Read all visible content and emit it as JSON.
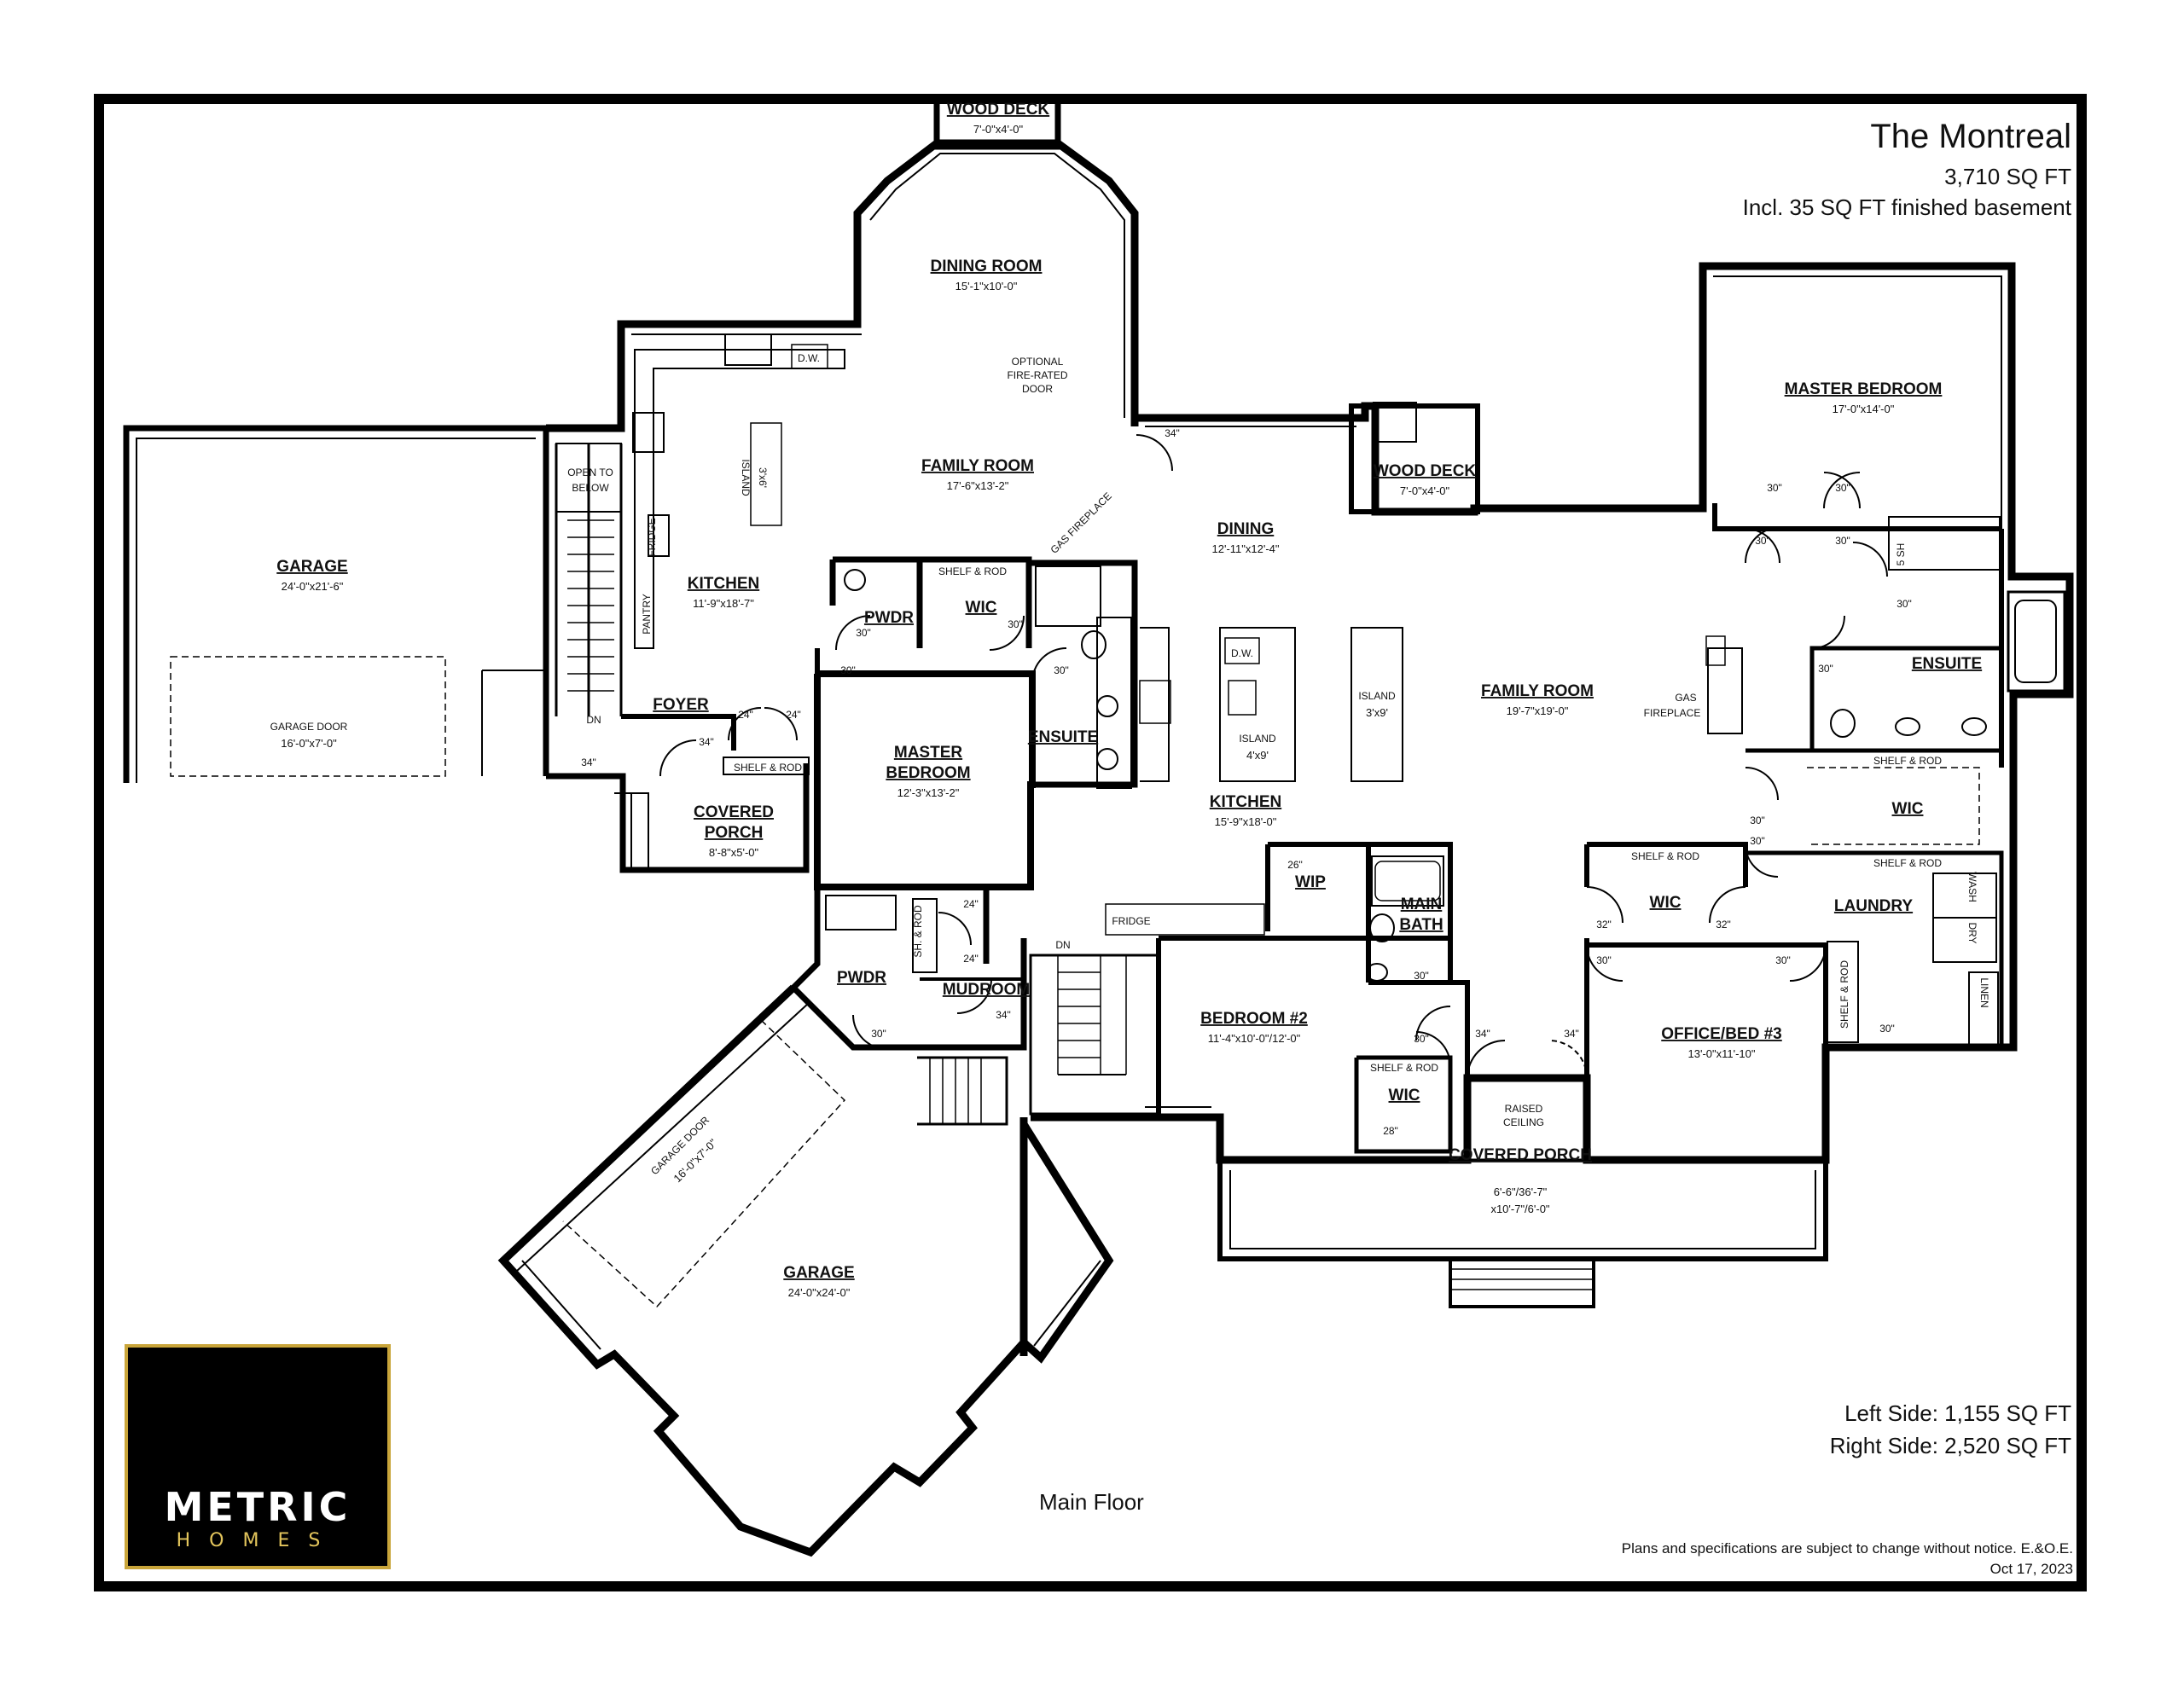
{
  "header": {
    "title": "The Montreal",
    "total_sqft": "3,710 SQ FT",
    "basement_note": "Incl. 35 SQ FT finished basement"
  },
  "footer": {
    "left_side": "Left Side: 1,155 SQ FT",
    "right_side": "Right Side: 2,520 SQ FT",
    "disclaimer": "Plans and specifications are subject to change without notice. E.&O.E.",
    "date": "Oct 17, 2023",
    "floor_label": "Main Floor"
  },
  "logo": {
    "word": "METRIC",
    "sub": "HOMES",
    "gold": "#c9a53a",
    "background": "#000000"
  },
  "rooms": {
    "wood_deck_top": {
      "name": "WOOD DECK",
      "dim": "7'-0\"x4'-0\""
    },
    "dining_room": {
      "name": "DINING ROOM",
      "dim": "15'-1\"x10'-0\""
    },
    "family_room_left": {
      "name": "FAMILY ROOM",
      "dim": "17'-6\"x13'-2\""
    },
    "kitchen_left": {
      "name": "KITCHEN",
      "dim": "11'-9\"x18'-7\""
    },
    "garage_left": {
      "name": "GARAGE",
      "dim": "24'-0\"x21'-6\""
    },
    "garage_door_left": {
      "name": "GARAGE DOOR",
      "dim": "16'-0\"x7'-0\""
    },
    "foyer": {
      "name": "FOYER"
    },
    "covered_porch_left": {
      "name": "COVERED PORCH",
      "name1": "COVERED",
      "name2": "PORCH",
      "dim": "8'-8\"x5'-0\""
    },
    "pwdr_upper": {
      "name": "PWDR"
    },
    "wic_left": {
      "name": "WIC"
    },
    "master_bedroom_left": {
      "name": "MASTER BEDROOM",
      "name1": "MASTER",
      "name2": "BEDROOM",
      "dim": "12'-3\"x13'-2\""
    },
    "ensuite_left": {
      "name": "ENSUITE"
    },
    "pwdr_lower": {
      "name": "PWDR"
    },
    "mudroom": {
      "name": "MUDROOM"
    },
    "garage_right": {
      "name": "GARAGE",
      "dim": "24'-0\"x24'-0\""
    },
    "garage_door_right": {
      "name": "GARAGE DOOR",
      "dim": "16'-0\"x7'-0\""
    },
    "dining_right": {
      "name": "DINING",
      "dim": "12'-11\"x12'-4\""
    },
    "kitchen_right": {
      "name": "KITCHEN",
      "dim": "15'-9\"x18'-0\""
    },
    "wood_deck_mid": {
      "name": "WOOD DECK",
      "dim": "7'-0\"x4'-0\""
    },
    "family_room_right": {
      "name": "FAMILY ROOM",
      "dim": "19'-7\"x19'-0\""
    },
    "master_bedroom_right": {
      "name": "MASTER BEDROOM",
      "dim": "17'-0\"x14'-0\""
    },
    "ensuite_right": {
      "name": "ENSUITE"
    },
    "wic_master": {
      "name": "WIC"
    },
    "laundry": {
      "name": "LAUNDRY"
    },
    "wic_mid": {
      "name": "WIC"
    },
    "office_bed3": {
      "name": "OFFICE/BED #3",
      "dim": "13'-0\"x11'-10\""
    },
    "bedroom2": {
      "name": "BEDROOM #2",
      "dim": "11'-4\"x10'-0\"/12'-0\""
    },
    "wip": {
      "name": "WIP"
    },
    "main_bath": {
      "name": "MAIN BATH",
      "name1": "MAIN",
      "name2": "BATH"
    },
    "wic_bed2": {
      "name": "WIC"
    },
    "covered_porch_right": {
      "name": "COVERED PORCH",
      "dim1": "6'-6\"/36'-7\"",
      "dim2": "x10'-7\"/6'-0\""
    }
  },
  "annotations": {
    "optional_door_1": "OPTIONAL",
    "optional_door_2": "FIRE-RATED",
    "optional_door_3": "DOOR",
    "open_to_below_1": "OPEN TO",
    "open_to_below_2": "BELOW",
    "gas_fireplace_diag": "GAS FIREPLACE",
    "gas_fireplace_1": "GAS",
    "gas_fireplace_2": "FIREPLACE",
    "raised_ceiling_1": "RAISED",
    "raised_ceiling_2": "CEILING",
    "island_left": "ISLAND",
    "island_left_dim": "3'x6'",
    "island_mid": "ISLAND",
    "island_mid_dim": "4'x9'",
    "island_right": "ISLAND",
    "island_right_dim": "3'x9'",
    "pantry": "PANTRY",
    "fridge": "FRIDGE",
    "dw": "D.W.",
    "dn": "DN",
    "shelf_rod": "SHELF & ROD",
    "sh_rod": "SH. & ROD",
    "five_sh": "5 SH",
    "wash": "WASH",
    "dry": "DRY",
    "linen": "LINEN",
    "door_34": "34\"",
    "door_30": "30\"",
    "door_32": "32\"",
    "door_28": "28\"",
    "door_26": "26\"",
    "door_24": "24\""
  }
}
